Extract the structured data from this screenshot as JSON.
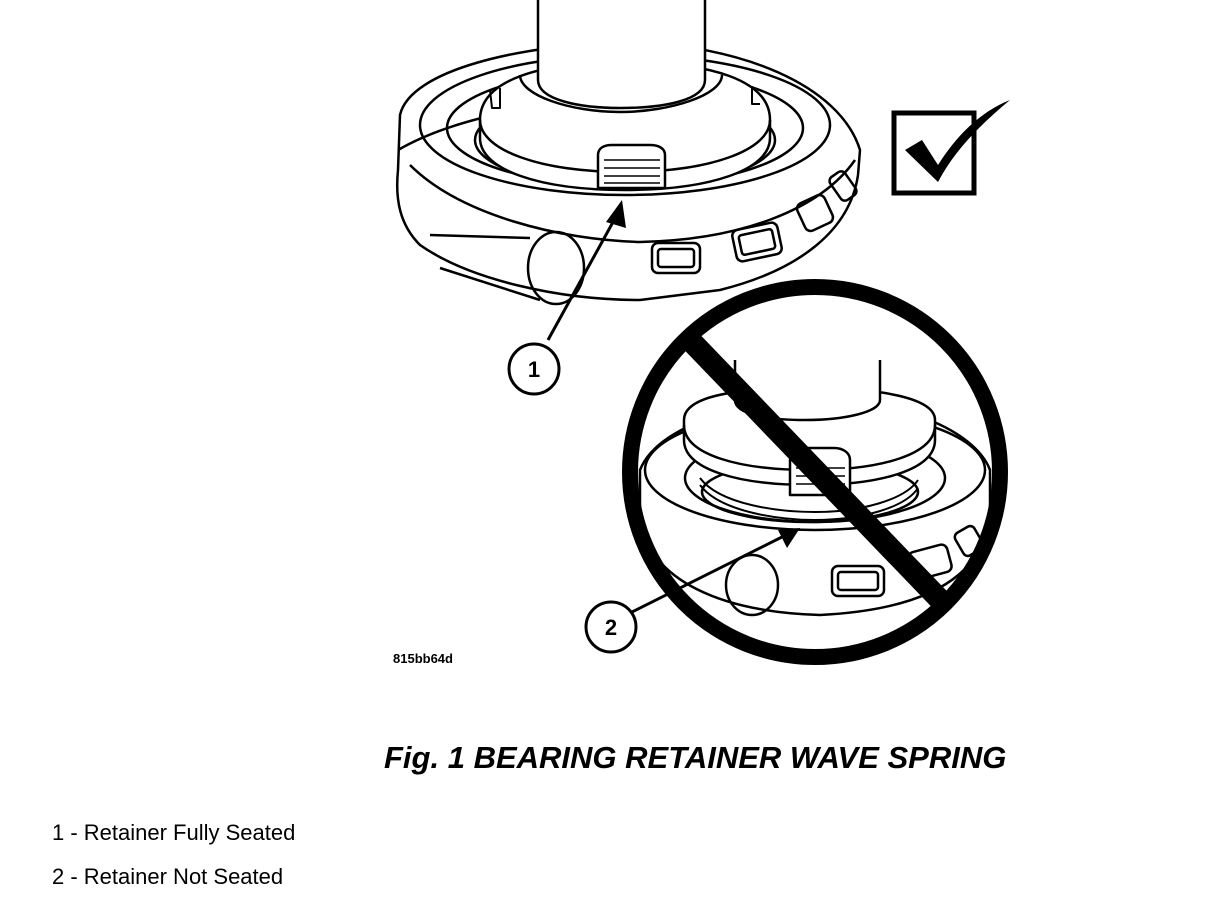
{
  "figure": {
    "callouts": [
      {
        "number": "1"
      },
      {
        "number": "2"
      }
    ],
    "image_code": "815bb64d",
    "correct_icon": "checkmark-in-box-icon",
    "incorrect_icon": "prohibition-circle-icon"
  },
  "title": "Fig. 1 BEARING RETAINER WAVE SPRING",
  "legend": [
    {
      "text": "1 - Retainer Fully Seated"
    },
    {
      "text": "2 - Retainer Not Seated"
    }
  ]
}
